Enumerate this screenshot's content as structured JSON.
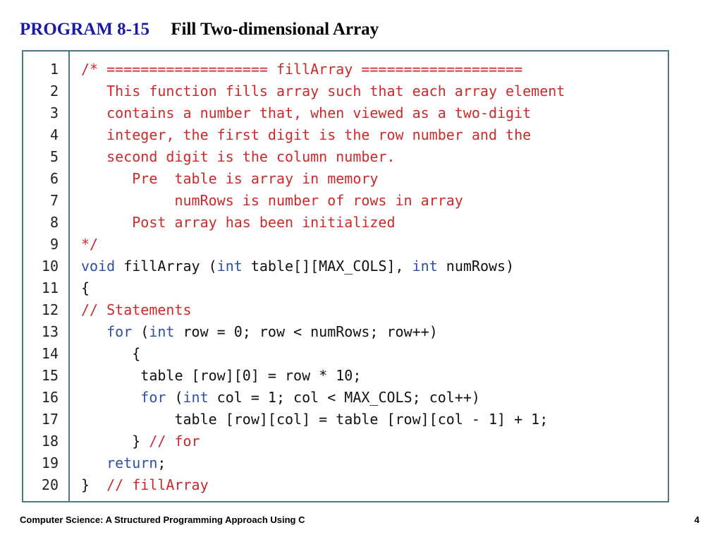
{
  "header": {
    "program_label": "PROGRAM 8-15",
    "program_title": "Fill Two-dimensional Array"
  },
  "code": {
    "lines": [
      {
        "num": "1",
        "segments": [
          {
            "text": "/* =================== fillArray ===================",
            "style": "cm"
          }
        ]
      },
      {
        "num": "2",
        "segments": [
          {
            "text": "   This function fills array such that each array element",
            "style": "cm"
          }
        ]
      },
      {
        "num": "3",
        "segments": [
          {
            "text": "   contains a number that, when viewed as a two-digit",
            "style": "cm"
          }
        ]
      },
      {
        "num": "4",
        "segments": [
          {
            "text": "   integer, the first digit is the row number and the",
            "style": "cm"
          }
        ]
      },
      {
        "num": "5",
        "segments": [
          {
            "text": "   second digit is the column number.",
            "style": "cm"
          }
        ]
      },
      {
        "num": "6",
        "segments": [
          {
            "text": "      Pre  table is array in memory",
            "style": "cm"
          }
        ]
      },
      {
        "num": "7",
        "segments": [
          {
            "text": "           numRows is number of rows in array",
            "style": "cm"
          }
        ]
      },
      {
        "num": "8",
        "segments": [
          {
            "text": "      Post array has been initialized",
            "style": "cm"
          }
        ]
      },
      {
        "num": "9",
        "segments": [
          {
            "text": "*/",
            "style": "cm"
          }
        ]
      },
      {
        "num": "10",
        "segments": [
          {
            "text": "void",
            "style": "kw"
          },
          {
            "text": " fillArray (",
            "style": "tx"
          },
          {
            "text": "int",
            "style": "kw"
          },
          {
            "text": " table[][MAX_COLS], ",
            "style": "tx"
          },
          {
            "text": "int",
            "style": "kw"
          },
          {
            "text": " numRows)",
            "style": "tx"
          }
        ]
      },
      {
        "num": "11",
        "segments": [
          {
            "text": "{",
            "style": "tx"
          }
        ]
      },
      {
        "num": "12",
        "segments": [
          {
            "text": "// Statements",
            "style": "cm"
          }
        ]
      },
      {
        "num": "13",
        "segments": [
          {
            "text": "   ",
            "style": "tx"
          },
          {
            "text": "for",
            "style": "kw"
          },
          {
            "text": " (",
            "style": "tx"
          },
          {
            "text": "int",
            "style": "kw"
          },
          {
            "text": " row = 0; row < numRows; row++)",
            "style": "tx"
          }
        ]
      },
      {
        "num": "14",
        "segments": [
          {
            "text": "      {",
            "style": "tx"
          }
        ]
      },
      {
        "num": "15",
        "segments": [
          {
            "text": "       table [row][0] = row * 10;",
            "style": "tx"
          }
        ]
      },
      {
        "num": "16",
        "segments": [
          {
            "text": "       ",
            "style": "tx"
          },
          {
            "text": "for",
            "style": "kw"
          },
          {
            "text": " (",
            "style": "tx"
          },
          {
            "text": "int",
            "style": "kw"
          },
          {
            "text": " col = 1; col < MAX_COLS; col++)",
            "style": "tx"
          }
        ]
      },
      {
        "num": "17",
        "segments": [
          {
            "text": "           table [row][col] = table [row][col - 1] + 1;",
            "style": "tx"
          }
        ]
      },
      {
        "num": "18",
        "segments": [
          {
            "text": "      } ",
            "style": "tx"
          },
          {
            "text": "// for",
            "style": "cm"
          }
        ]
      },
      {
        "num": "19",
        "segments": [
          {
            "text": "   ",
            "style": "tx"
          },
          {
            "text": "return",
            "style": "kw"
          },
          {
            "text": ";",
            "style": "tx"
          }
        ]
      },
      {
        "num": "20",
        "segments": [
          {
            "text": "}  ",
            "style": "tx"
          },
          {
            "text": "// fillArray",
            "style": "cm"
          }
        ]
      }
    ]
  },
  "footer": {
    "book_title": "Computer Science: A Structured Programming Approach Using C",
    "page_number": "4"
  },
  "colors": {
    "program_label": "#1a1aa8",
    "comment": "#cc2a2a",
    "keyword": "#2e4fa8",
    "border": "#4a7a82"
  }
}
